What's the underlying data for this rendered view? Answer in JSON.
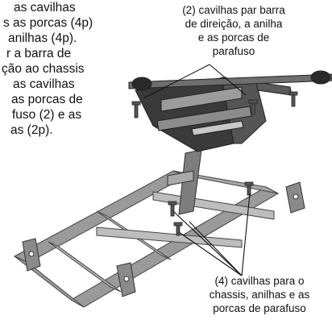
{
  "instructions": {
    "lines": [
      "as cavilhas",
      "s as porcas (4p)",
      "anilhas (4p).",
      "r a barra de",
      "ção ao chassis",
      "as cavilhas",
      "as porcas de",
      "fuso (2) e as",
      "as (2p)."
    ]
  },
  "callout_top": {
    "lines": [
      "(2) cavilhas par barra",
      "de direição, a anilha",
      "e as porcas de",
      "parafuso"
    ]
  },
  "callout_bottom": {
    "lines": [
      "(4) cavilhas para o",
      "chassis, anilhas e as",
      "porcas de parafuso"
    ]
  }
}
